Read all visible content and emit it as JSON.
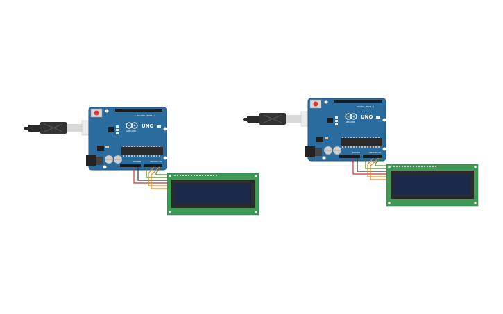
{
  "colors": {
    "board": "#2b6c9f",
    "board_edge": "#1f5583",
    "chip": "#2a2a2a",
    "lcd_pcb": "#3f9a55",
    "lcd_bezel": "#2b2b2b",
    "lcd_screen": "#1b2a4a",
    "wire_red": "#d43131",
    "wire_black": "#333333",
    "wire_green": "#4d8d2e",
    "wire_orange": "#e38b1f",
    "usb_cable": "#2a2a2a",
    "usb_plug": "#d9d9d9"
  },
  "circuits": [
    {
      "board": {
        "logo": "UNO",
        "brand": "ARDUINO",
        "digital_header": "DIGITAL (PWM~)",
        "power_header": "POWER",
        "analog_header": "ANALOG IN"
      },
      "lcd": {
        "kind": "16x2 LCD"
      }
    },
    {
      "board": {
        "logo": "UNO",
        "brand": "ARDUINO",
        "digital_header": "DIGITAL (PWM~)",
        "power_header": "POWER",
        "analog_header": "ANALOG IN"
      },
      "lcd": {
        "kind": "16x2 LCD"
      }
    }
  ]
}
